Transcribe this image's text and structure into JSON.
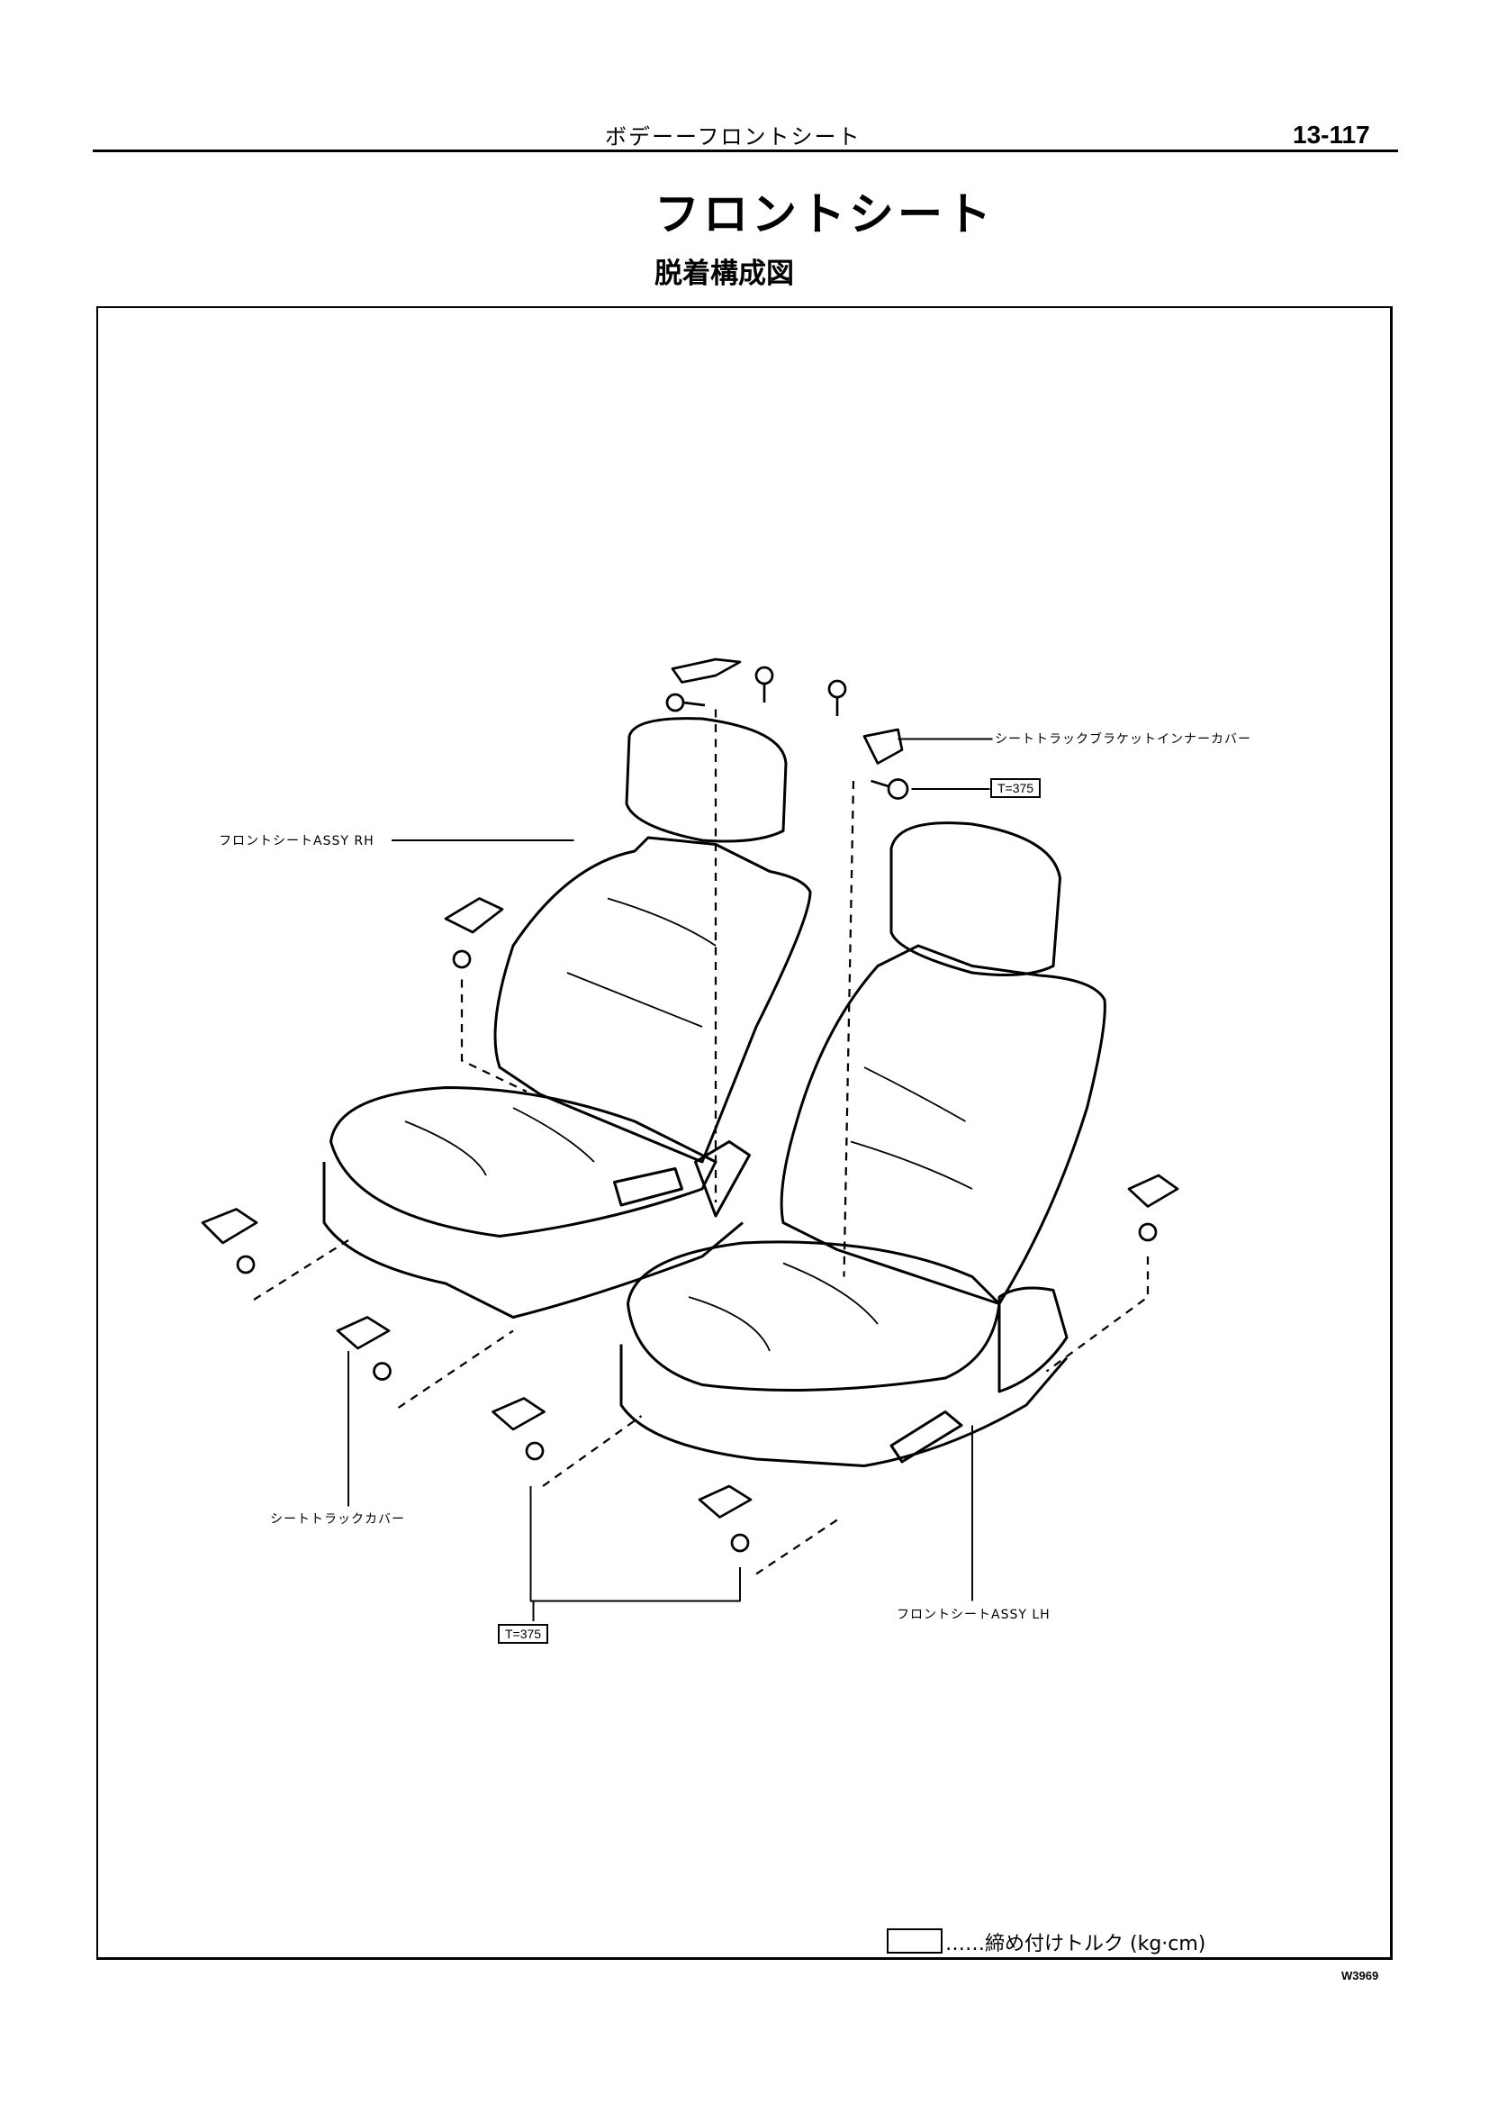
{
  "header": {
    "section": "ボデーーフロントシート",
    "page_number": "13-117"
  },
  "title": "フロントシート",
  "subtitle": "脱着構成図",
  "diagram": {
    "labels": {
      "inner_cover": "シートトラックブラケットインナーカバー",
      "torque_top": "T=375",
      "seat_rh": "フロントシートASSY RH",
      "track_cover": "シートトラックカバー",
      "torque_bottom": "T=375",
      "seat_lh": "フロントシートASSY LH"
    },
    "legend": "……締め付けトルク (kg·cm)"
  },
  "figure_code": "W3969"
}
